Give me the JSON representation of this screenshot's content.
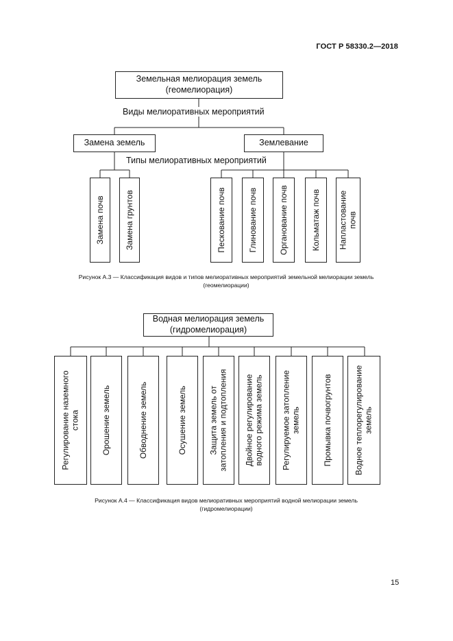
{
  "header": {
    "doc_code": "ГОСТ Р 58330.2—2018"
  },
  "figure_a3": {
    "root": "Земельная мелиорация земель\n(геомелиорация)",
    "kinds_label": "Виды мелиоративных мероприятий",
    "branch_left": "Замена земель",
    "branch_right": "Землевание",
    "types_label": "Типы мелиоративных мероприятий",
    "left_leaves": [
      "Замена почв",
      "Замена грунтов"
    ],
    "right_leaves": [
      "Пескование почв",
      "Глинование почв",
      "Органование почв",
      "Кольматаж почв",
      "Напластование\nпочв"
    ],
    "caption": "Рисунок А.3 — Классификация видов и типов мелиоративных мероприятий земельной мелиорации земель\n(геомелиорации)"
  },
  "figure_a4": {
    "root": "Водная мелиорация земель\n(гидромелиорация)",
    "leaves": [
      "Регулирование наземного\nстока",
      "Орошение земель",
      "Обводнение земель",
      "Осушение земель",
      "Защита земель от\nзатопления и подтопления",
      "Двойное регулирование\nводного режима земель",
      "Регулируемое затопление\nземель",
      "Промывка почвогрунтов",
      "Водное теплорегулирование\nземель"
    ],
    "caption": "Рисунок А.4 — Классификация видов мелиоративных мероприятий водной мелиорации земель\n(гидромелиорации)"
  },
  "footer": {
    "page_number": "15"
  }
}
